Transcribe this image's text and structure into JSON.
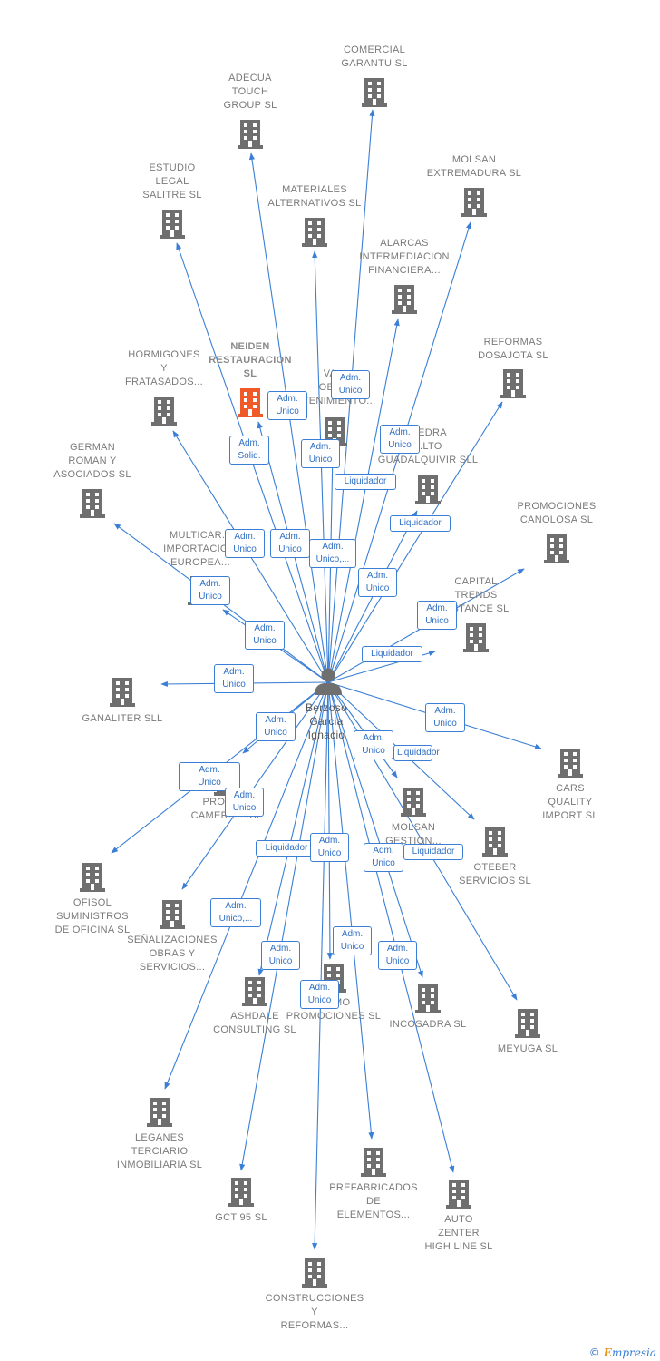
{
  "person": {
    "lines": [
      "Berzoso",
      "Garcia",
      "Ignacio"
    ]
  },
  "companies": [
    {
      "lines": [
        "COMERCIAL",
        "GARANTU SL"
      ],
      "highlight": false
    },
    {
      "lines": [
        "ADECUA",
        "TOUCH",
        "GROUP SL"
      ],
      "highlight": false
    },
    {
      "lines": [
        "MOLSAN",
        "EXTREMADURA SL"
      ],
      "highlight": false
    },
    {
      "lines": [
        "ESTUDIO",
        "LEGAL",
        "SALITRE SL"
      ],
      "highlight": false
    },
    {
      "lines": [
        "MATERIALES",
        "ALTERNATIVOS SL"
      ],
      "highlight": false
    },
    {
      "lines": [
        "ALARCAS",
        "INTERMEDIACION",
        "FINANCIERA..."
      ],
      "highlight": false
    },
    {
      "lines": [
        "REFORMAS",
        "DOSAJOTA SL"
      ],
      "highlight": false
    },
    {
      "lines": [
        "HORMIGONES",
        "Y",
        "FRATASADOS..."
      ],
      "highlight": false
    },
    {
      "lines": [
        "NEIDEN",
        "RESTAURACION",
        "SL"
      ],
      "highlight": true
    },
    {
      "lines": [
        "VA...",
        "OBR...",
        "...TENIMIENTO..."
      ],
      "highlight": false
    },
    {
      "lines": [
        "...EDRA",
        "...LTO",
        "GUADALQUIVIR SLL"
      ],
      "highlight": false
    },
    {
      "lines": [
        "GERMAN",
        "ROMAN Y",
        "ASOCIADOS SL"
      ],
      "highlight": false
    },
    {
      "lines": [
        "PROMOCIONES",
        "CANOLOSA SL"
      ],
      "highlight": false
    },
    {
      "lines": [
        "MULTICAR...",
        "IMPORTACIO...",
        "EUROPEA..."
      ],
      "highlight": false
    },
    {
      "lines": [
        "CAPITAL",
        "TRENDS",
        "...STANCE SL"
      ],
      "highlight": false
    },
    {
      "lines": [
        "GANALITER SLL"
      ],
      "highlight": false
    },
    {
      "lines": [
        "CARS",
        "QUALITY",
        "IMPORT SL"
      ],
      "highlight": false
    },
    {
      "lines": [
        "PROMO...",
        "CAMER... ...SL"
      ],
      "highlight": false
    },
    {
      "lines": [
        "MOLSAN",
        "GESTION..."
      ],
      "highlight": false
    },
    {
      "lines": [
        "OTEBER",
        "SERVICIOS  SL"
      ],
      "highlight": false
    },
    {
      "lines": [
        "OFISOL",
        "SUMINISTROS",
        "DE OFICINA SL"
      ],
      "highlight": false
    },
    {
      "lines": [
        "SEÑALIZACIONES",
        "OBRAS Y",
        "SERVICIOS..."
      ],
      "highlight": false
    },
    {
      "lines": [
        "ASHDALE",
        "CONSULTING SL"
      ],
      "highlight": false
    },
    {
      "lines": [
        "...RMO",
        "PROMOCIONES SL"
      ],
      "highlight": false
    },
    {
      "lines": [
        "INCOSADRA SL"
      ],
      "highlight": false
    },
    {
      "lines": [
        "MEYUGA SL"
      ],
      "highlight": false
    },
    {
      "lines": [
        "LEGANES",
        "TERCIARIO",
        "INMOBILIARIA SL"
      ],
      "highlight": false
    },
    {
      "lines": [
        "GCT 95 SL"
      ],
      "highlight": false
    },
    {
      "lines": [
        "PREFABRICADOS",
        "DE",
        "ELEMENTOS..."
      ],
      "highlight": false
    },
    {
      "lines": [
        "AUTO",
        "ZENTER",
        "HIGH LINE SL"
      ],
      "highlight": false
    },
    {
      "lines": [
        "CONSTRUCCIONES",
        "Y",
        "REFORMAS..."
      ],
      "highlight": false
    }
  ],
  "edge_labels": [
    {
      "lines": [
        "Adm.",
        "Unico"
      ]
    },
    {
      "lines": [
        "Adm.",
        "Unico"
      ]
    },
    {
      "lines": [
        "Adm.",
        "Solid."
      ]
    },
    {
      "lines": [
        "Adm.",
        "Unico"
      ]
    },
    {
      "lines": [
        "Adm.",
        "Unico"
      ]
    },
    {
      "lines": [
        "Liquidador"
      ]
    },
    {
      "lines": [
        "Liquidador"
      ]
    },
    {
      "lines": [
        "Adm.",
        "Unico"
      ]
    },
    {
      "lines": [
        "Adm.",
        "Unico"
      ]
    },
    {
      "lines": [
        "Adm.",
        "Unico,..."
      ]
    },
    {
      "lines": [
        "Adm.",
        "Unico"
      ]
    },
    {
      "lines": [
        "Adm.",
        "Unico"
      ]
    },
    {
      "lines": [
        "Adm.",
        "Unico"
      ]
    },
    {
      "lines": [
        "Adm.",
        "Unico"
      ]
    },
    {
      "lines": [
        "Liquidador"
      ]
    },
    {
      "lines": [
        "Adm.",
        "Unico"
      ]
    },
    {
      "lines": [
        "Adm.",
        "Unico"
      ]
    },
    {
      "lines": [
        "Adm.",
        "Unico"
      ]
    },
    {
      "lines": [
        "Adm.",
        "Unico"
      ]
    },
    {
      "lines": [
        "Adm.",
        "Unico"
      ]
    },
    {
      "lines": [
        "Liquidador"
      ]
    },
    {
      "lines": [
        "Adm.",
        "Unico"
      ]
    },
    {
      "lines": [
        "Liquidador"
      ]
    },
    {
      "lines": [
        "Adm.",
        "Unico"
      ]
    },
    {
      "lines": [
        "Adm.",
        "Unico"
      ]
    },
    {
      "lines": [
        "Liquidador"
      ]
    },
    {
      "lines": [
        "Adm.",
        "Unico,..."
      ]
    },
    {
      "lines": [
        "Adm.",
        "Unico"
      ]
    },
    {
      "lines": [
        "Adm.",
        "Unico"
      ]
    },
    {
      "lines": [
        "Adm.",
        "Unico"
      ]
    },
    {
      "lines": [
        "Adm.",
        "Unico"
      ]
    }
  ],
  "colors": {
    "edge": "#3a7fd5",
    "building": "#6f6f6f",
    "highlight": "#f05a28",
    "person": "#6f6f6f"
  },
  "footer": {
    "copyright": "©",
    "brand_first": "E",
    "brand_rest": "mpresia"
  }
}
